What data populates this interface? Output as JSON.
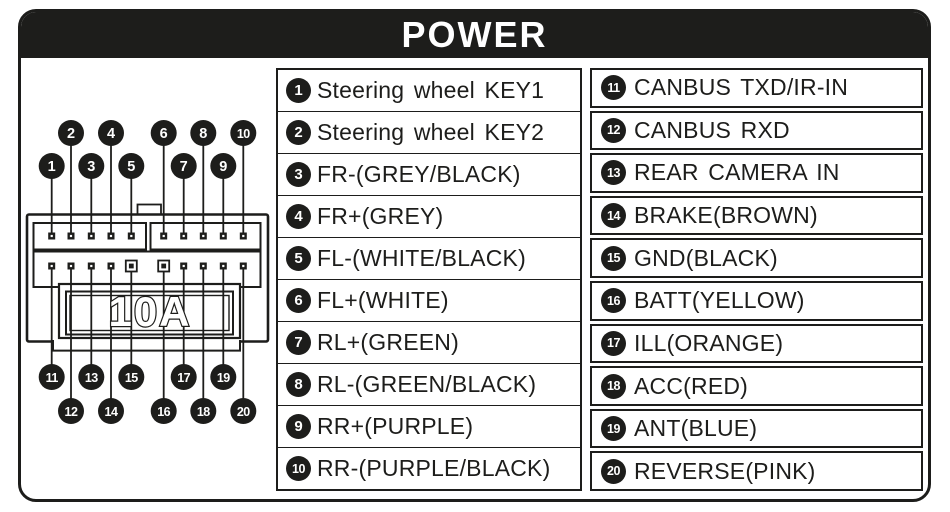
{
  "title": "POWER",
  "colors": {
    "ink": "#1d1d1b",
    "paper": "#ffffff"
  },
  "connector": {
    "fuse_label": "10A",
    "top_pins": [
      "1",
      "2",
      "3",
      "4",
      "5",
      "6",
      "7",
      "8",
      "9",
      "10"
    ],
    "bottom_pins": [
      "11",
      "12",
      "13",
      "14",
      "15",
      "16",
      "17",
      "18",
      "19",
      "20"
    ],
    "special_pins": [
      "15",
      "16"
    ]
  },
  "pin_tables": {
    "left": [
      {
        "pin": "1",
        "label": "Steering wheel KEY1"
      },
      {
        "pin": "2",
        "label": "Steering wheel KEY2"
      },
      {
        "pin": "3",
        "label": "FR-(GREY/BLACK)"
      },
      {
        "pin": "4",
        "label": "FR+(GREY)"
      },
      {
        "pin": "5",
        "label": "FL-(WHITE/BLACK)"
      },
      {
        "pin": "6",
        "label": "FL+(WHITE)"
      },
      {
        "pin": "7",
        "label": "RL+(GREEN)"
      },
      {
        "pin": "8",
        "label": "RL-(GREEN/BLACK)"
      },
      {
        "pin": "9",
        "label": "RR+(PURPLE)"
      },
      {
        "pin": "10",
        "label": "RR-(PURPLE/BLACK)"
      }
    ],
    "right": [
      {
        "pin": "11",
        "label": "CANBUS TXD/IR-IN"
      },
      {
        "pin": "12",
        "label": "CANBUS RXD"
      },
      {
        "pin": "13",
        "label": "REAR CAMERA IN"
      },
      {
        "pin": "14",
        "label": "BRAKE(BROWN)"
      },
      {
        "pin": "15",
        "label": "GND(BLACK)"
      },
      {
        "pin": "16",
        "label": "BATT(YELLOW)"
      },
      {
        "pin": "17",
        "label": "ILL(ORANGE)"
      },
      {
        "pin": "18",
        "label": "ACC(RED)"
      },
      {
        "pin": "19",
        "label": "ANT(BLUE)"
      },
      {
        "pin": "20",
        "label": "REVERSE(PINK)"
      }
    ]
  }
}
